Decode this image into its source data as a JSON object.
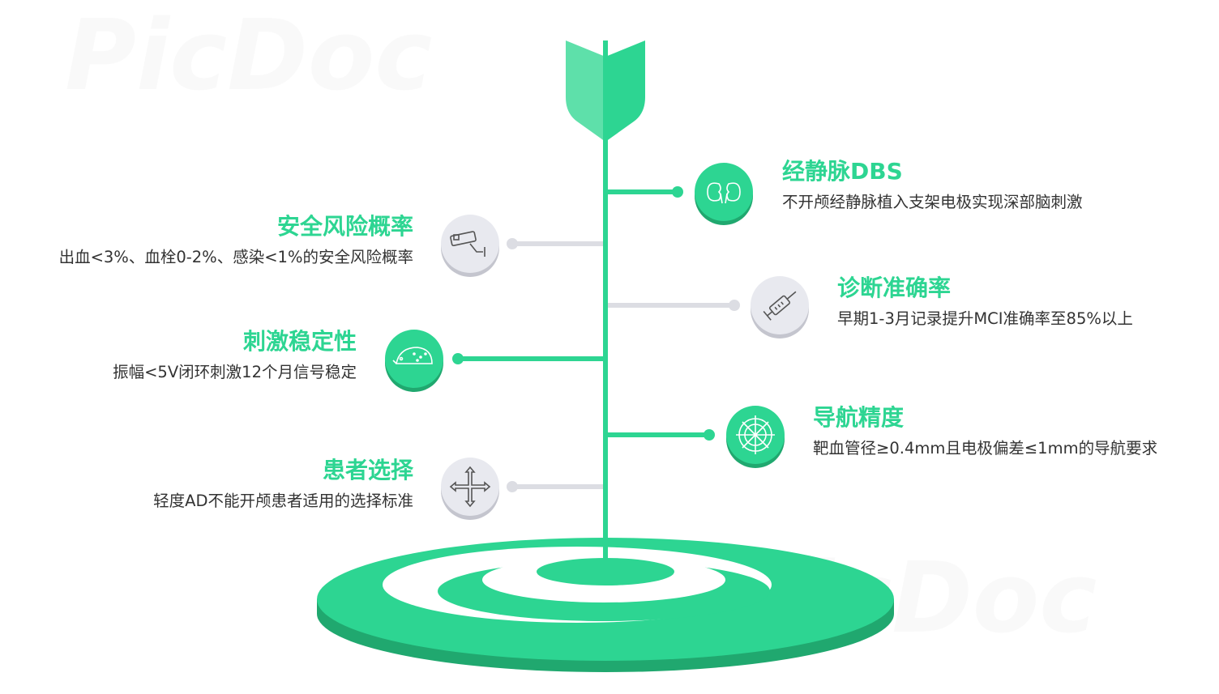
{
  "watermark": "PicDoc",
  "colors": {
    "accent": "#2dd592",
    "accent_dark": "#20a86f",
    "gray": "#e8e9ef",
    "gray_dark": "#c4c5ce",
    "text": "#333333"
  },
  "items": [
    {
      "side": "right",
      "style": "green",
      "icon": "kidneys-icon",
      "title": "经静脉DBS",
      "desc": "不开颅经静脉植入支架电极实现深部脑刺激"
    },
    {
      "side": "left",
      "style": "gray",
      "icon": "security-camera-icon",
      "title": "安全风险概率",
      "desc": "出血<3%、血栓0-2%、感染<1%的安全风险概率"
    },
    {
      "side": "right",
      "style": "gray",
      "icon": "syringe-icon",
      "title": "诊断准确率",
      "desc": "早期1-3月记录提升MCI准确率至85%以上"
    },
    {
      "side": "left",
      "style": "green",
      "icon": "hedgehog-icon",
      "title": "刺激稳定性",
      "desc": "振幅<5V闭环刺激12个月信号稳定"
    },
    {
      "side": "right",
      "style": "green",
      "icon": "compass-icon",
      "title": "导航精度",
      "desc": "靶血管径≥0.4mm且电极偏差≤1mm的导航要求"
    },
    {
      "side": "left",
      "style": "gray",
      "icon": "cross-arrows-icon",
      "title": "患者选择",
      "desc": "轻度AD不能开颅患者适用的选择标准"
    }
  ]
}
